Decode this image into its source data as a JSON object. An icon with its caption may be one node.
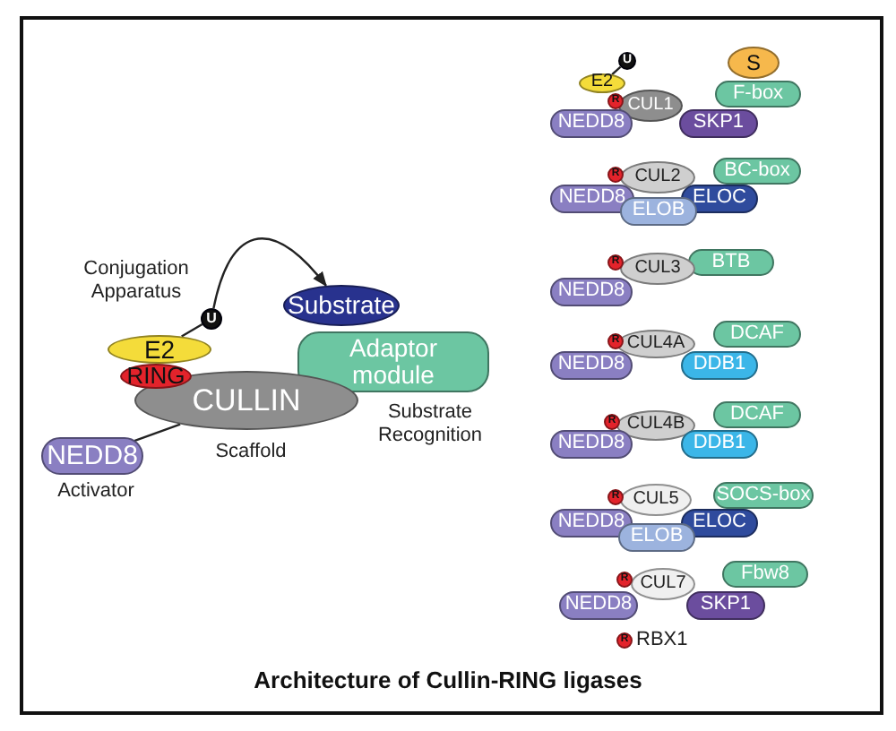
{
  "diagram": {
    "title": "Architecture of Cullin-RING ligases",
    "nodes": [
      {
        "text": [
          "U"
        ]
      },
      {
        "text": [
          "Substrate"
        ]
      },
      {
        "text": [
          "E2"
        ]
      },
      {
        "text": [
          "Adaptor module"
        ],
        "beside": [
          "Substrate Recognition"
        ]
      },
      {
        "text": [
          "RING"
        ]
      },
      {
        "text": [
          "CULLIN"
        ],
        "beside": [
          "Scaffold"
        ]
      },
      {
        "text": [
          "NEDD8"
        ],
        "beside": [
          "Activator"
        ]
      },
      {
        "text": [
          "U"
        ]
      },
      {
        "text": [
          "S"
        ]
      },
      {
        "text": [
          "E2"
        ]
      },
      {
        "text": [
          "F-box"
        ]
      },
      {
        "text": [
          "R"
        ]
      },
      {
        "text": [
          "CUL1"
        ]
      },
      {
        "text": [
          "NEDD8"
        ]
      },
      {
        "text": [
          "SKP1"
        ]
      },
      {
        "text": [
          "R"
        ]
      },
      {
        "text": [
          "CUL2"
        ]
      },
      {
        "text": [
          "BC-box"
        ]
      },
      {
        "text": [
          "NEDD8"
        ]
      },
      {
        "text": [
          "ELOC"
        ]
      },
      {
        "text": [
          "ELOB"
        ]
      },
      {
        "text": [
          "R"
        ]
      },
      {
        "text": [
          "CUL3"
        ]
      },
      {
        "text": [
          "BTB"
        ]
      },
      {
        "text": [
          "NEDD8"
        ]
      },
      {
        "text": [
          "R"
        ]
      },
      {
        "text": [
          "CUL4A"
        ]
      },
      {
        "text": [
          "DCAF"
        ]
      },
      {
        "text": [
          "NEDD8"
        ]
      },
      {
        "text": [
          "DDB1"
        ]
      },
      {
        "text": [
          "R"
        ]
      },
      {
        "text": [
          "CUL4B"
        ]
      },
      {
        "text": [
          "DCAF"
        ]
      },
      {
        "text": [
          "NEDD8"
        ]
      },
      {
        "text": [
          "DDB1"
        ]
      },
      {
        "text": [
          "R"
        ]
      },
      {
        "text": [
          "CUL5"
        ]
      },
      {
        "text": [
          "SOCS-box"
        ]
      },
      {
        "text": [
          "NEDD8"
        ]
      },
      {
        "text": [
          "ELOC"
        ]
      },
      {
        "text": [
          "ELOB"
        ]
      },
      {
        "text": [
          "R"
        ]
      },
      {
        "text": [
          "CUL7"
        ]
      },
      {
        "text": [
          "Fbw8"
        ]
      },
      {
        "text": [
          "NEDD8"
        ]
      },
      {
        "text": [
          "SKP1"
        ]
      },
      {
        "text": [
          "R"
        ],
        "beside": [
          "RBX1"
        ]
      }
    ],
    "edges": [
      {
        "from": 0,
        "to": 1,
        "arrow": "to"
      },
      {
        "from": 0,
        "to": 2,
        "arrow": "none"
      },
      {
        "from": 6,
        "to": 5,
        "arrow": "none"
      },
      {
        "from": 7,
        "to": 9,
        "arrow": "none"
      }
    ],
    "labels": [
      "Conjugation Apparatus"
    ]
  }
}
